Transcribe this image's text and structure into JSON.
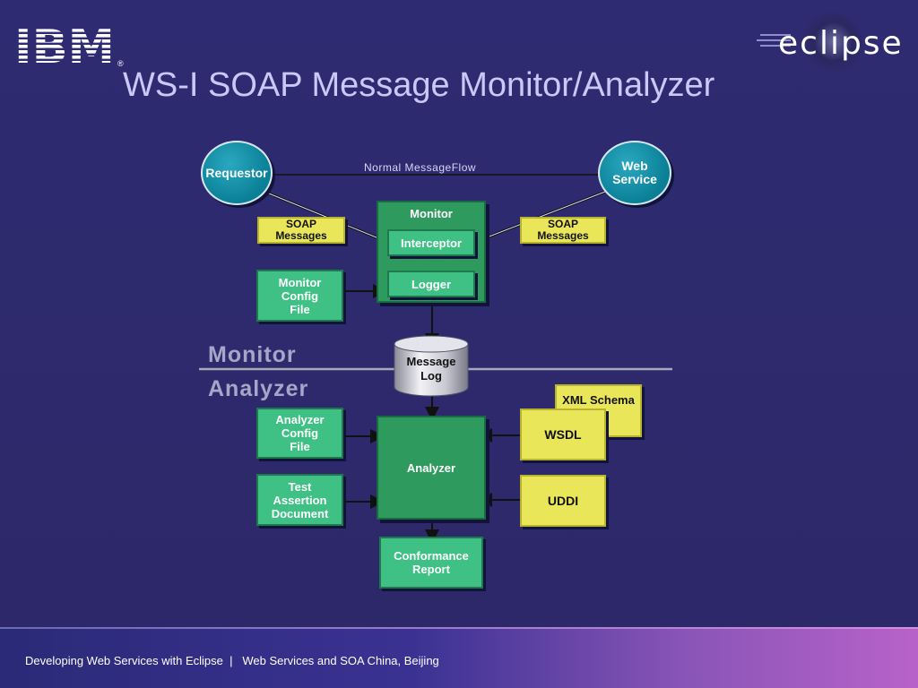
{
  "slide": {
    "title": "WS-I SOAP Message Monitor/Analyzer"
  },
  "branding": {
    "ibm_text": "IBM",
    "ibm_registered": "®",
    "eclipse_text": "eclipse"
  },
  "diagram": {
    "flow_label": "Normal MessageFlow",
    "requestor": "Requestor",
    "web_service": [
      "Web",
      "Service"
    ],
    "soap_messages_left": [
      "SOAP",
      "Messages"
    ],
    "soap_messages_right": [
      "SOAP",
      "Messages"
    ],
    "monitor_box": "Monitor",
    "interceptor": "Interceptor",
    "logger": "Logger",
    "monitor_config": [
      "Monitor",
      "Config",
      "File"
    ],
    "section_monitor": "Monitor",
    "section_analyzer": "Analyzer",
    "message_log": [
      "Message",
      "Log"
    ],
    "analyzer_config": [
      "Analyzer",
      "Config",
      "File"
    ],
    "analyzer": "Analyzer",
    "xml_schema": "XML Schema",
    "wsdl": "WSDL",
    "uddi": "UDDI",
    "test_assertion": [
      "Test",
      "Assertion",
      "Document"
    ],
    "conformance_report": [
      "Conformance",
      "Report"
    ]
  },
  "footer": {
    "left": "Developing Web Services with Eclipse",
    "separator": "|",
    "right": "Web Services and SOA China, Beijing"
  },
  "colors": {
    "background": "#2e2a6e",
    "title": "#c9c8f6",
    "green_box": "#3fc085",
    "yellow_box": "#e9e659",
    "teal_circle": "#0a7f96"
  }
}
